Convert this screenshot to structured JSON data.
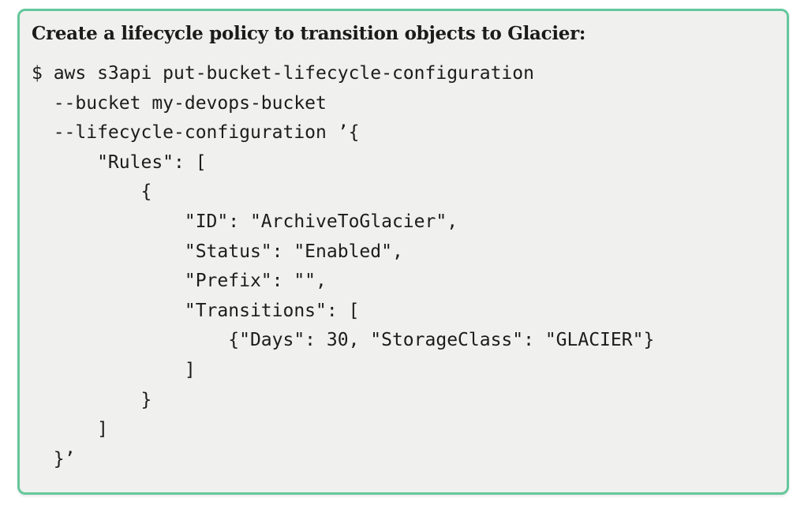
{
  "panel": {
    "title": "Create a lifecycle policy to transition objects to Glacier:",
    "border_color": "#64c89c",
    "background_color": "#f0f0ee",
    "code_lines": [
      "$ aws s3api put-bucket-lifecycle-configuration",
      "  --bucket my-devops-bucket",
      "  --lifecycle-configuration ’{",
      "      \"Rules\": [",
      "          {",
      "              \"ID\": \"ArchiveToGlacier\",",
      "              \"Status\": \"Enabled\",",
      "              \"Prefix\": \"\",",
      "              \"Transitions\": [",
      "                  {\"Days\": 30, \"StorageClass\": \"GLACIER\"}",
      "              ]",
      "          }",
      "      ]",
      "  }’"
    ]
  }
}
